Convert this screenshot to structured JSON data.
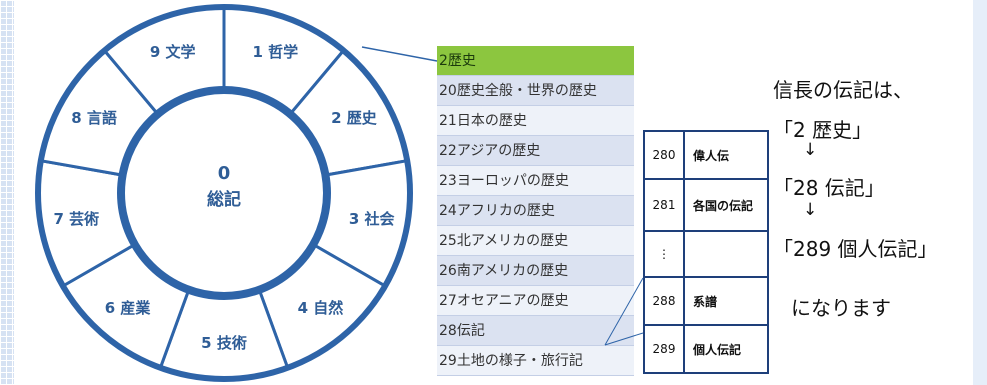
{
  "wheel": {
    "center": {
      "number": "0",
      "label": "総記"
    },
    "segments": [
      {
        "label": "1 哲学"
      },
      {
        "label": "2 歴史"
      },
      {
        "label": "3 社会"
      },
      {
        "label": "4 自然"
      },
      {
        "label": "5 技術"
      },
      {
        "label": "6 産業"
      },
      {
        "label": "7 芸術"
      },
      {
        "label": "8 言語"
      },
      {
        "label": "9 文学"
      }
    ]
  },
  "history_list": [
    {
      "label": "2歴史",
      "highlight": true
    },
    {
      "label": "20歴史全般・世界の歴史"
    },
    {
      "label": "21日本の歴史"
    },
    {
      "label": "22アジアの歴史"
    },
    {
      "label": "23ヨーロッパの歴史"
    },
    {
      "label": "24アフリカの歴史"
    },
    {
      "label": "25北アメリカの歴史"
    },
    {
      "label": "26南アメリカの歴史"
    },
    {
      "label": "27オセアニアの歴史"
    },
    {
      "label": "28伝記"
    },
    {
      "label": "29土地の様子・旅行記"
    }
  ],
  "biography_table": [
    {
      "num": "280",
      "name": "偉人伝"
    },
    {
      "num": "281",
      "name": "各国の伝記"
    },
    {
      "num": "⋮",
      "name": ""
    },
    {
      "num": "288",
      "name": "系譜"
    },
    {
      "num": "289",
      "name": "個人伝記"
    }
  ],
  "explanation": {
    "line1": "信長の伝記は、",
    "step1": "「2 歴史」",
    "arrow1": "↓",
    "step2": "「28 伝記」",
    "arrow2": "↓",
    "step3": "「289 個人伝記」",
    "line_end": "になります"
  },
  "colors": {
    "wheel_fill": "#2e64a8",
    "wheel_line": "#ffffff",
    "wheel_text": "#2f5d96",
    "highlight": "#8cc63f",
    "table_border": "#1e3f7a",
    "list_alt": "#dbe2f1"
  }
}
